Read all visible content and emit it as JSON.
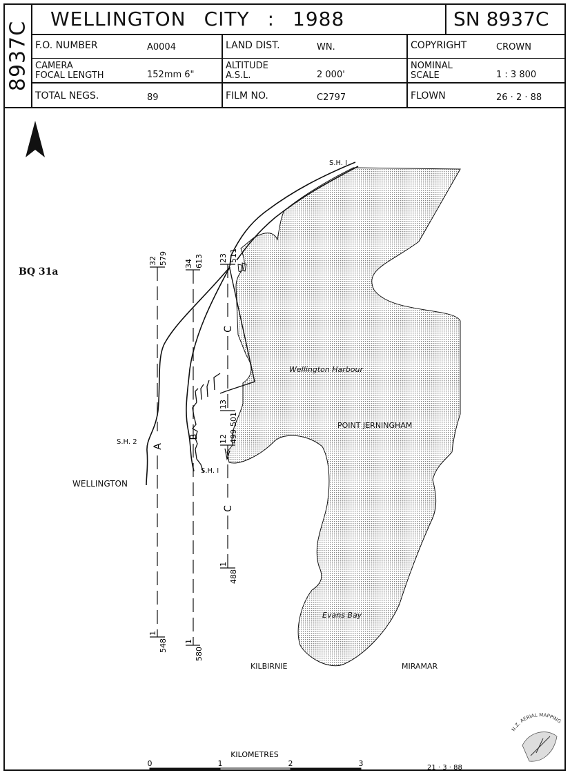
{
  "header": {
    "side_code": "8937C",
    "title_place": "WELLINGTON",
    "title_city": "CITY",
    "title_sep": ":",
    "title_year": "1988",
    "sn": "SN 8937C",
    "fo_number_label": "F.O. NUMBER",
    "fo_number_value": "A0004",
    "land_dist_label": "LAND DIST.",
    "land_dist_value": "WN.",
    "copyright_label": "COPYRIGHT",
    "copyright_value": "CROWN",
    "camera_label_1": "CAMERA",
    "camera_label_2": "FOCAL LENGTH",
    "camera_value": "152mm  6\"",
    "altitude_label_1": "ALTITUDE",
    "altitude_label_2": "A.S.L.",
    "altitude_value": "2 000'",
    "scale_label_1": "NOMINAL",
    "scale_label_2": "SCALE",
    "scale_value": "1 : 3 800",
    "total_negs_label": "TOTAL NEGS.",
    "total_negs_value": "89",
    "film_no_label": "FILM NO.",
    "film_no_value": "C2797",
    "flown_label": "FLOWN",
    "flown_value": "26 · 2 · 88"
  },
  "map": {
    "north_letter": "N",
    "ref_label": "BQ 31a",
    "places": {
      "sh1_top": "S.H. I",
      "sh2": "S.H. 2",
      "sh1_bottom": "S.H. I",
      "wellington": "WELLINGTON",
      "harbour": "Wellington Harbour",
      "point_jerningham": "POINT  JERNINGHAM",
      "evans_bay": "Evans Bay",
      "kilbirnie": "KILBIRNIE",
      "miramar": "MIRAMAR"
    },
    "runs": {
      "run_a": "A",
      "run_b": "B",
      "run_c_upper": "C",
      "run_c_lower": "C",
      "run_a_top_num": "32",
      "run_a_top_frame": "579",
      "run_a_bot_num": "1",
      "run_a_bot_frame": "548",
      "run_b_top_num": "34",
      "run_b_top_frame": "613",
      "run_b_bot_num": "1",
      "run_b_bot_frame": "580",
      "run_c1_top_num": "23",
      "run_c1_top_frame": "511",
      "run_c1_bot_num": "13",
      "run_c1_bot_frame": "501",
      "run_c2_top_num": "12",
      "run_c2_top_frame": "499",
      "run_c2_bot_num": "1",
      "run_c2_bot_frame": "488"
    },
    "scale_bar": {
      "title": "KILOMETRES",
      "ticks": [
        "0",
        "1",
        "2",
        "3"
      ]
    },
    "print_date": "21 · 3 · 88",
    "seal_text": "N.Z. AERIAL MAPPING LTD"
  },
  "colors": {
    "ink": "#111111",
    "water_dot": "#8a8a8a",
    "paper": "#ffffff"
  }
}
